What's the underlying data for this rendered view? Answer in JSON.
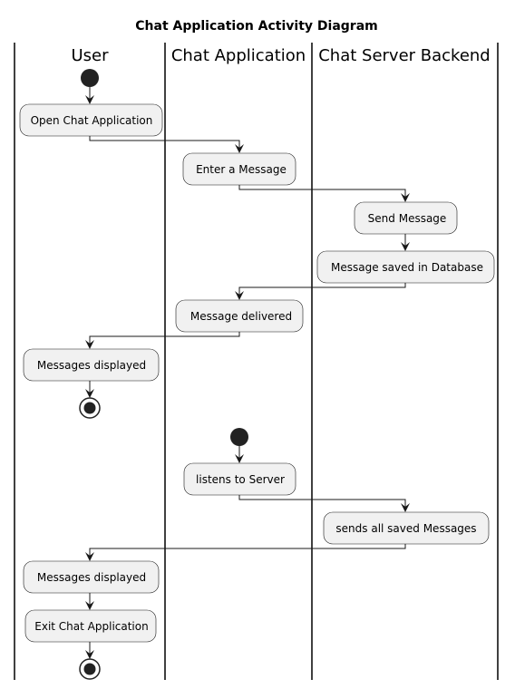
{
  "diagram": {
    "title": "Chat Application Activity Diagram",
    "lanes": [
      {
        "id": "user",
        "label": "User"
      },
      {
        "id": "app",
        "label": "Chat Application"
      },
      {
        "id": "server",
        "label": "Chat Server Backend"
      }
    ],
    "activities": {
      "open_app": "Open Chat Application",
      "enter_message": "Enter a Message",
      "send_message": "Send Message",
      "saved_db": "Message saved in Database",
      "delivered": "Message delivered",
      "displayed_1": "Messages displayed",
      "listens": "listens to Server",
      "sends_saved": "sends all saved Messages",
      "displayed_2": "Messages displayed",
      "exit_app": "Exit Chat Application"
    },
    "colors": {
      "activity_fill": "#f1f1f1",
      "activity_stroke": "#181818",
      "node": "#222222"
    }
  }
}
